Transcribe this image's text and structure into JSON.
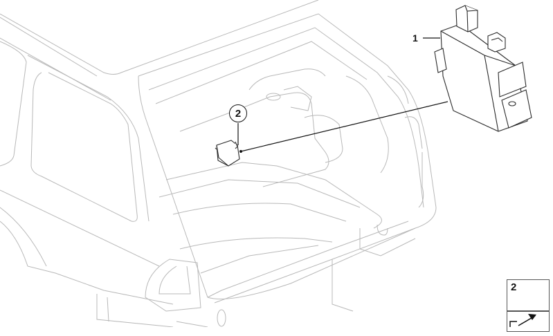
{
  "diagram": {
    "type": "parts-exploded-view",
    "subject": "vehicle rear luggage compartment with control module",
    "callouts": [
      {
        "id": 1,
        "label": "1",
        "style": "plain-number",
        "part": "control-module"
      },
      {
        "id": 2,
        "label": "2",
        "style": "circled-number",
        "part": "mounting-nut"
      }
    ],
    "legend": {
      "items": [
        {
          "label": "2",
          "part": "nut-icon"
        }
      ],
      "footer_icon": "arrow-symbol"
    },
    "colors": {
      "outline": "#b8b8b8",
      "part_stroke": "#2a2a2a",
      "leader": "#111111",
      "background": "#ffffff"
    }
  }
}
